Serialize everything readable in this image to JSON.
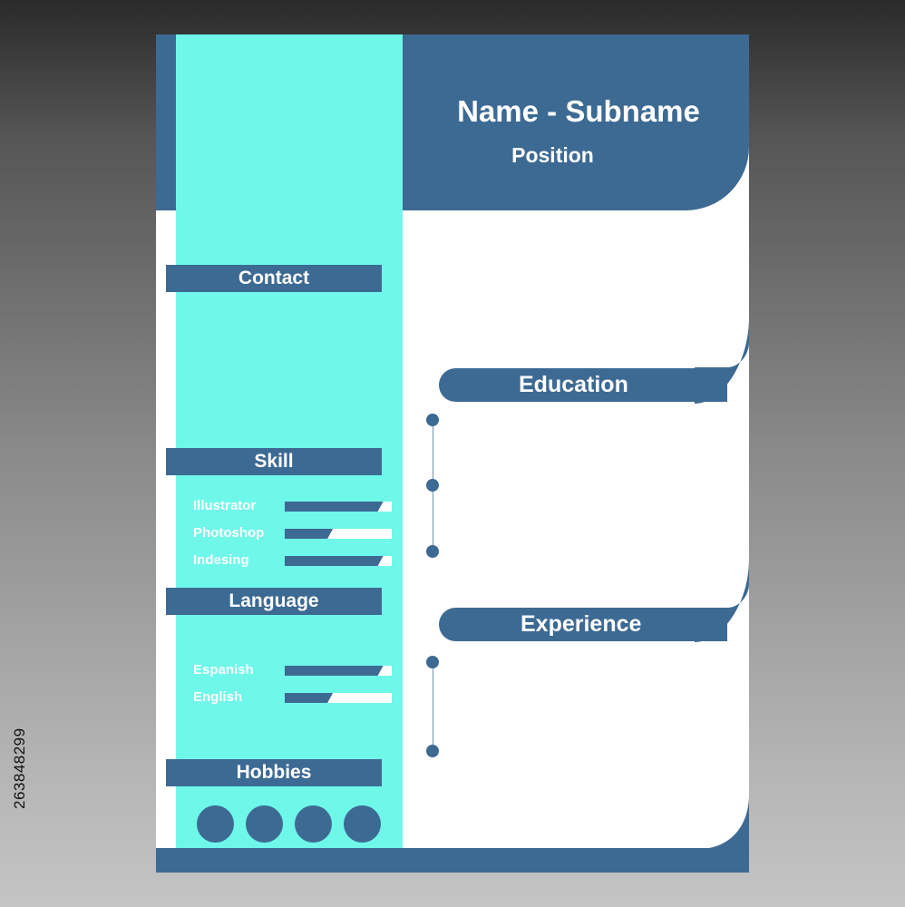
{
  "header": {
    "name": "Name - Subname",
    "position": "Position"
  },
  "sidebar": {
    "contact_title": "Contact",
    "skill_title": "Skill",
    "skills": [
      {
        "label": "Illustrator",
        "level": 0.92
      },
      {
        "label": "Photoshop",
        "level": 0.45
      },
      {
        "label": "Indesing",
        "level": 0.92
      }
    ],
    "language_title": "Language",
    "languages": [
      {
        "label": "Espanish",
        "level": 0.92
      },
      {
        "label": "English",
        "level": 0.45
      }
    ],
    "hobbies_title": "Hobbies",
    "hobby_count": 4
  },
  "main": {
    "education_title": "Education",
    "experience_title": "Experience"
  },
  "stock_id": "263848299",
  "colors": {
    "primary": "#3d6a93",
    "accent": "#6ff7ea",
    "paper": "#ffffff"
  }
}
